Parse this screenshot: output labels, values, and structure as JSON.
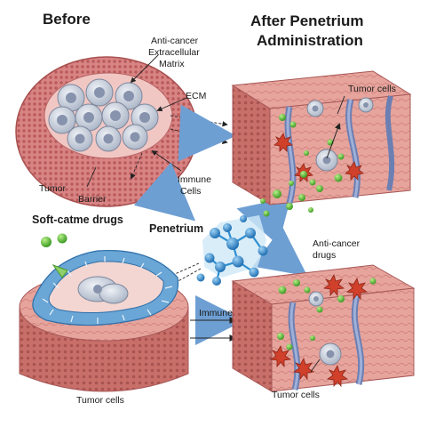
{
  "headings": {
    "before": "Before",
    "after_line1": "After Penetrium",
    "after_line2": "Administration",
    "soft_drugs": "Soft-catme drugs",
    "penetrium": "Penetrium"
  },
  "labels": {
    "anticancer_line1": "Anti-cancer",
    "anticancer_line2": "Extracellular",
    "anticancer_line3": "Matrix",
    "ecm": "ECM",
    "tumor": "Tumor",
    "barrier": "Barrier",
    "immune_line1": "Immune",
    "immune_line2": "Cells",
    "tumor_cells_top": "Tumor cells",
    "anticancer_drugs_line1": "Anti-cancer",
    "anticancer_drugs_line2": "drugs",
    "immune": "Immune",
    "tumor_cells_left": "Tumor cells",
    "tumor_cells_right": "Tumor cells"
  },
  "colors": {
    "tissue": "#c96b6b",
    "tissue_light": "#e7a4a0",
    "tumor_cell": "#cfd6e2",
    "nucleus": "#8793ad",
    "membrane": "#6aa6d6",
    "drug_green": "#5bbf3a",
    "penetrium_blue": "#2e8fd0",
    "immune_red": "#d0402a",
    "arrow_blue": "#7aa7d6"
  }
}
